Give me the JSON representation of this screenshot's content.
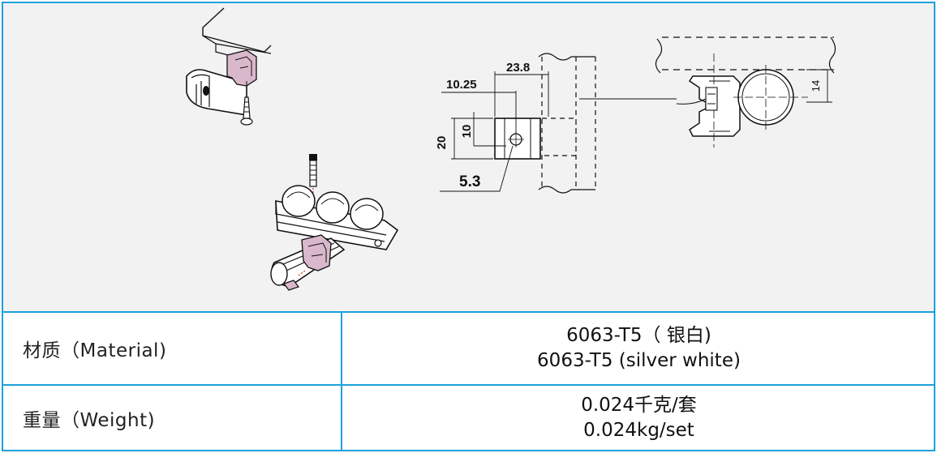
{
  "drawing": {
    "dim_overall_width": "23.8",
    "dim_hole_offset": "10.25",
    "dim_height": "20",
    "dim_hole_height": "10",
    "dim_hole_diameter": "5.3",
    "dim_slot_depth": "14",
    "colors": {
      "part_highlight": "#d9b8cc",
      "border_accent": "#1ea0dc"
    }
  },
  "specs": {
    "material": {
      "label": "材质（Material)",
      "value_cn": "6063-T5（ 银白)",
      "value_en": "6063-T5 (silver white)"
    },
    "weight": {
      "label": "重量（Weight)",
      "value_cn": "0.024千克/套",
      "value_en": "0.024kg/set"
    }
  }
}
